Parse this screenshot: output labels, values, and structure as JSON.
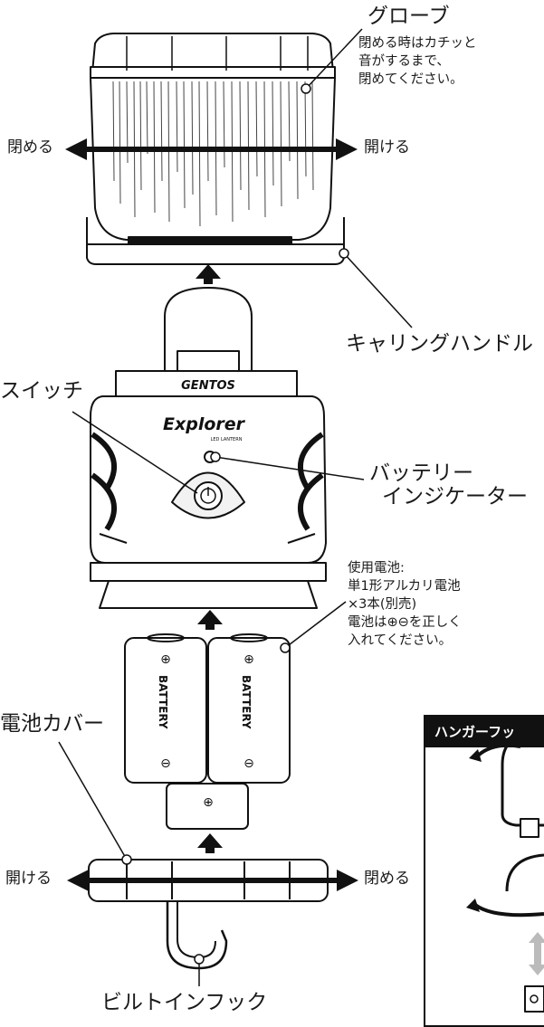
{
  "labels": {
    "globe_title": "グローブ",
    "globe_note": [
      "閉める時はカチッと",
      "音がするまで、",
      "閉めてください。"
    ],
    "close_top": "閉める",
    "open_top": "開ける",
    "carrying_handle": "キャリングハンドル",
    "switch": "スイッチ",
    "battery_indicator": [
      "バッテリー",
      "インジケーター"
    ],
    "battery_note": [
      "使用電池:",
      "単1形アルカリ電池",
      "×3本(別売)",
      "電池は⊕⊖を正しく",
      "入れてください。"
    ],
    "battery_cover": "電池カバー",
    "open_bottom": "開ける",
    "close_bottom": "閉める",
    "builtin_hook": "ビルトインフック",
    "hanger_title": "ハンガーフッ"
  },
  "product": {
    "brand": "GENTOS",
    "model": "Explorer",
    "model_sub": "LED LANTERN"
  },
  "battery": {
    "text": "BATTERY",
    "plus": "⊕",
    "minus": "⊖"
  },
  "colors": {
    "line": "#111111",
    "body_fill": "#ffffff",
    "light_fill": "#f2f2f2",
    "dark": "#111111"
  }
}
